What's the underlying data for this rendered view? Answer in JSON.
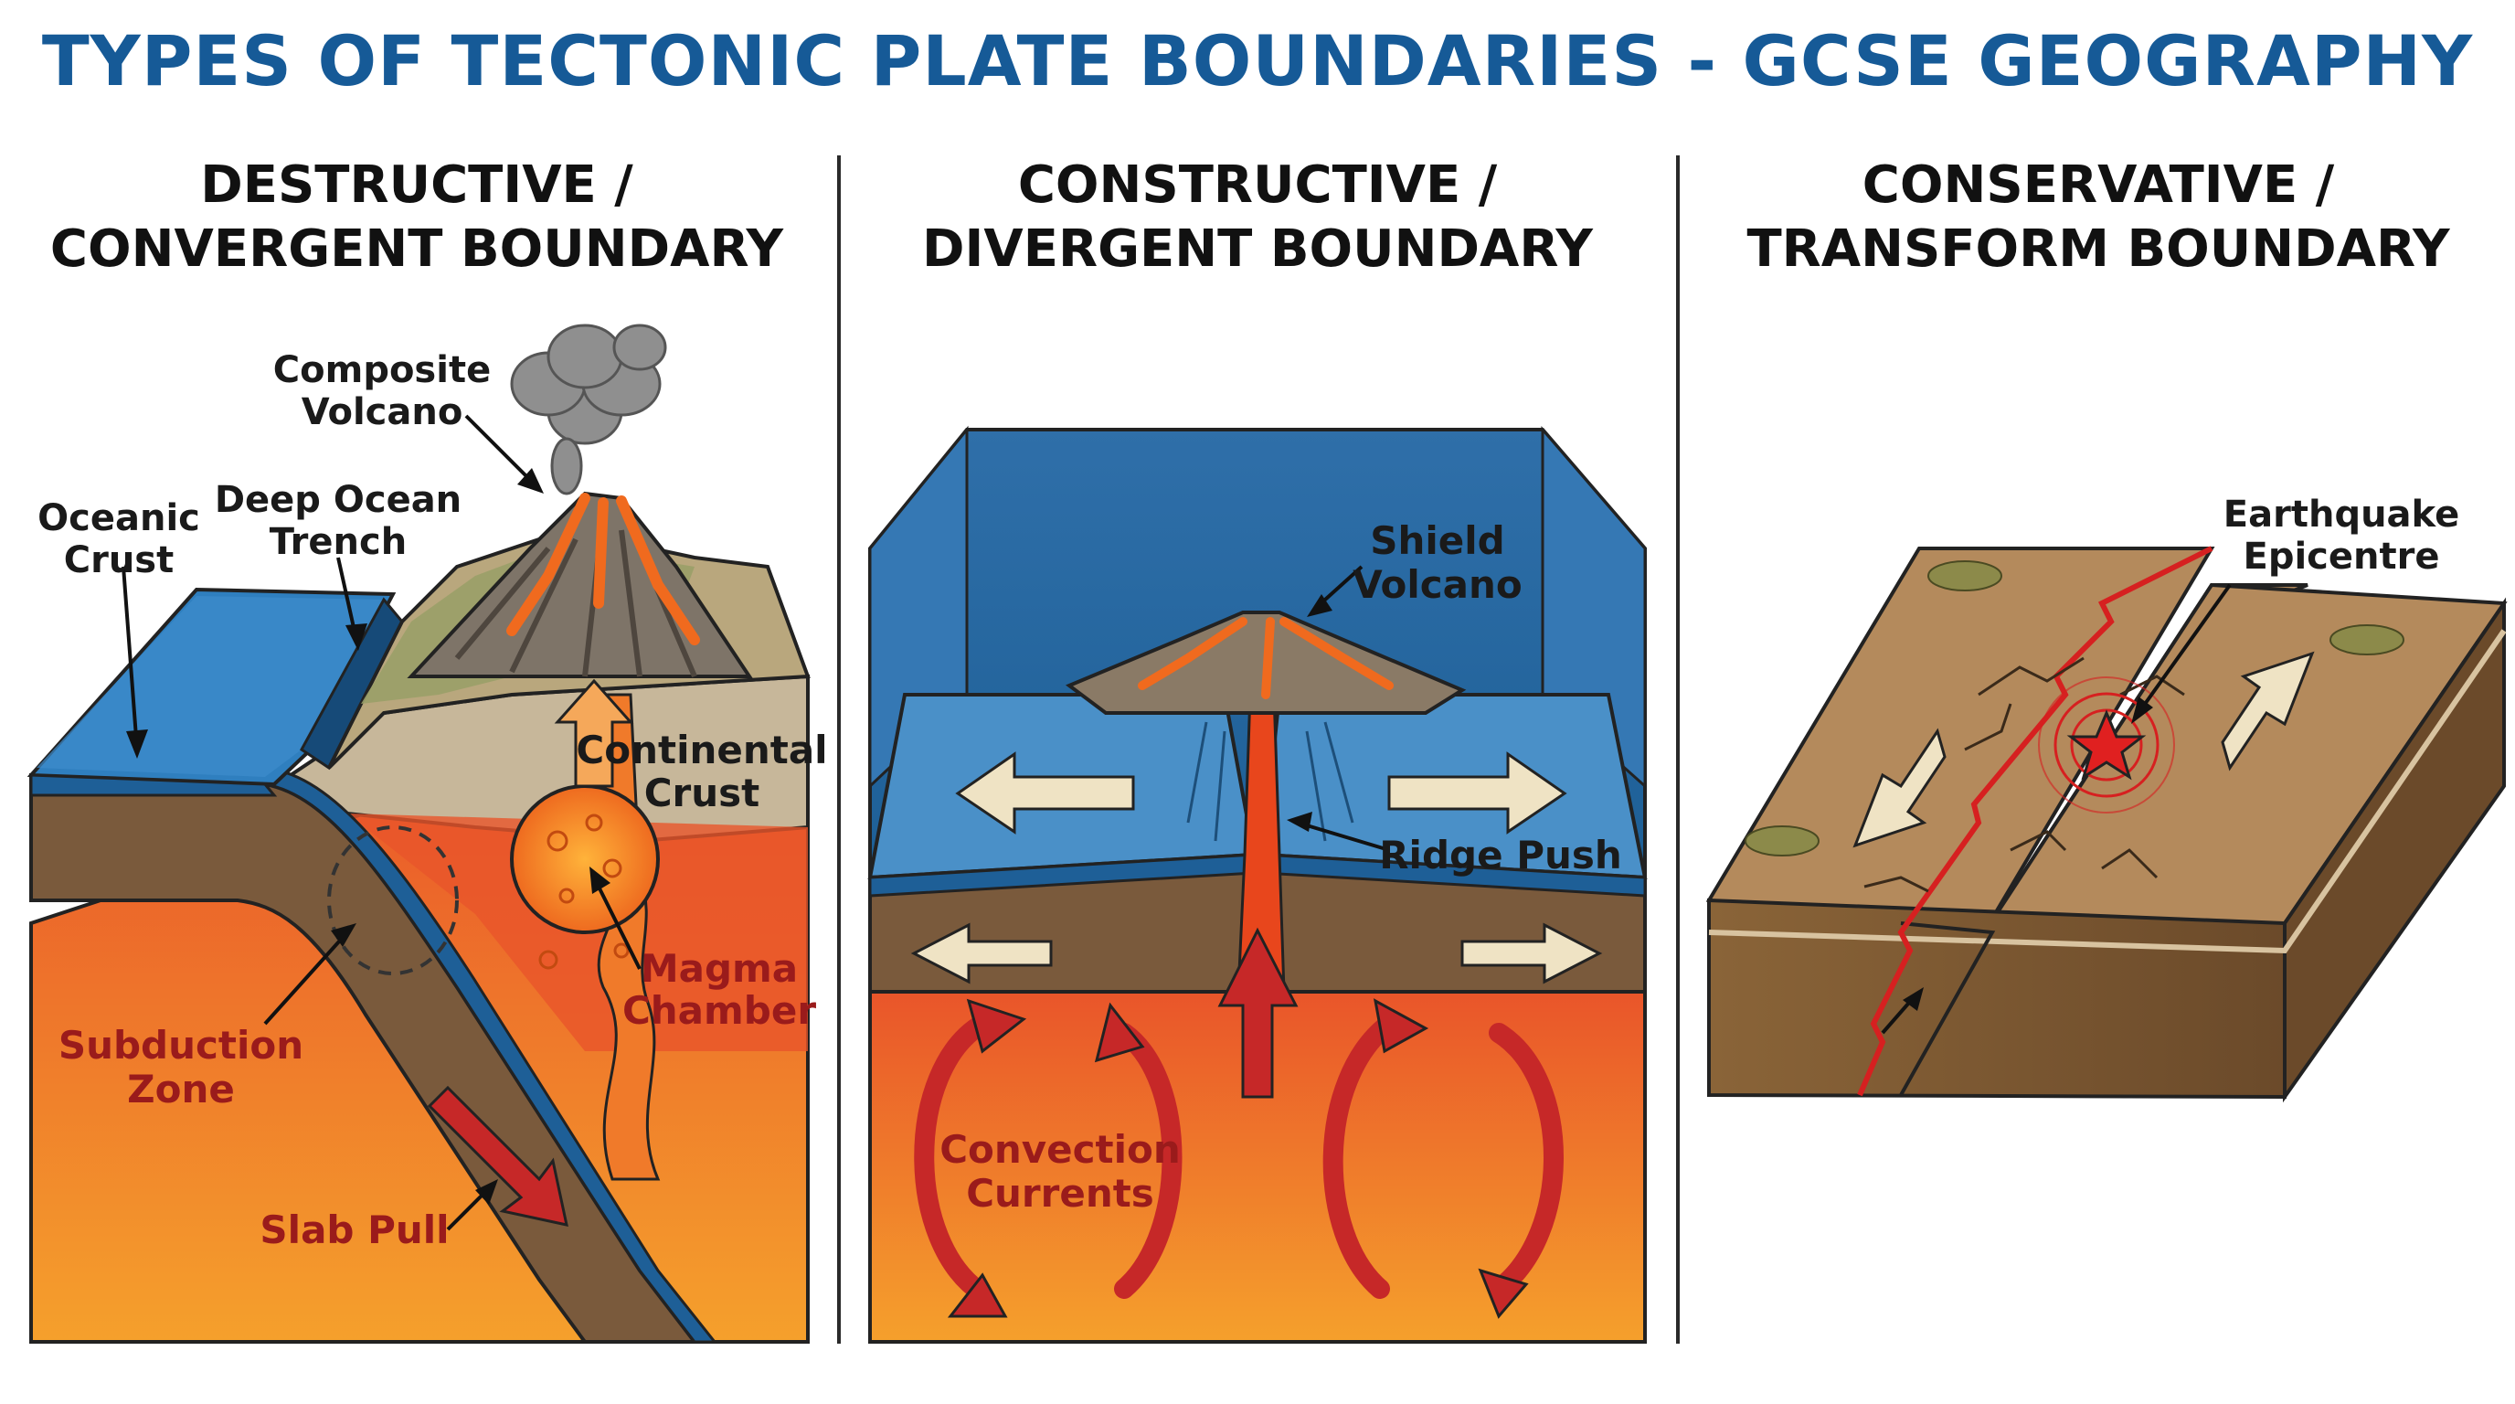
{
  "title": "TYPES OF TECTONIC PLATE BOUNDARIES - GCSE GEOGRAPHY",
  "panels": [
    {
      "heading_line1": "DESTRUCTIVE /",
      "heading_line2": "CONVERGENT BOUNDARY",
      "labels": {
        "composite_volcano_1": "Composite",
        "composite_volcano_2": "Volcano",
        "oceanic_crust_1": "Oceanic",
        "oceanic_crust_2": "Crust",
        "deep_ocean_trench_1": "Deep Ocean",
        "deep_ocean_trench_2": "Trench",
        "continental_crust_1": "Continental",
        "continental_crust_2": "Crust",
        "magma_chamber_1": "Magma",
        "magma_chamber_2": "Chamber",
        "subduction_zone_1": "Subduction",
        "subduction_zone_2": "Zone",
        "slab_pull": "Slab Pull"
      }
    },
    {
      "heading_line1": "CONSTRUCTIVE /",
      "heading_line2": "DIVERGENT BOUNDARY",
      "labels": {
        "shield_volcano_1": "Shield",
        "shield_volcano_2": "Volcano",
        "ridge_push": "Ridge Push",
        "convection_currents_1": "Convection",
        "convection_currents_2": "Currents"
      }
    },
    {
      "heading_line1": "CONSERVATIVE /",
      "heading_line2": "TRANSFORM BOUNDARY",
      "labels": {
        "earthquake_epicentre_1": "Earthquake",
        "earthquake_epicentre_2": "Epicentre"
      }
    }
  ],
  "colors": {
    "title": "#165a97",
    "ocean": "#2f7fbf",
    "ocean_dark": "#1e5f97",
    "mantle": "#ee6a2a",
    "mantle_light": "#f59a2c",
    "lithosphere": "#7a5a3c",
    "crust_tan": "#b99a6e",
    "magma": "#e8461c",
    "arrow_red": "#c62828",
    "arrow_cream": "#efe3c4"
  }
}
